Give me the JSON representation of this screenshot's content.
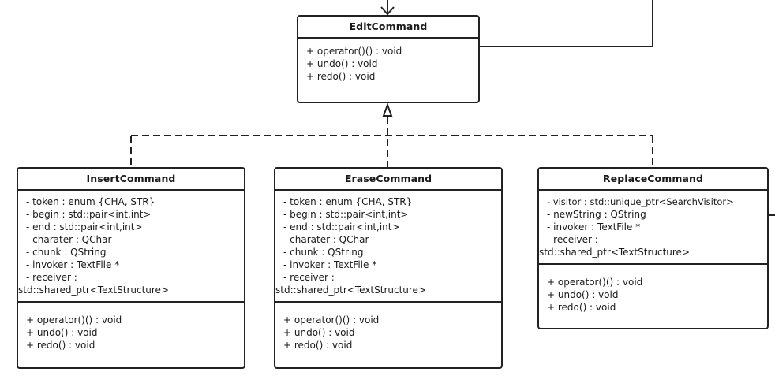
{
  "classes": {
    "edit": {
      "name": "EditCommand",
      "attributes": [],
      "methods": [
        "+ operator()() : void",
        "+ undo() : void",
        "+ redo() : void"
      ]
    },
    "insert": {
      "name": "InsertCommand",
      "attributes": [
        "- token : enum {CHA, STR}",
        "- begin : std::pair<int,int>",
        "- end : std::pair<int,int>",
        "- charater : QChar",
        "- chunk : QString",
        "- invoker : TextFile *",
        "- receiver :",
        "std::shared_ptr<TextStructure>"
      ],
      "methods": [
        "+ operator()() : void",
        "+ undo() : void",
        "+ redo() : void"
      ]
    },
    "erase": {
      "name": "EraseCommand",
      "attributes": [
        "- token : enum {CHA, STR}",
        "- begin : std::pair<int,int>",
        "- end : std::pair<int,int>",
        "- charater : QChar",
        "- chunk : QString",
        "- invoker : TextFile *",
        "- receiver :",
        "std::shared_ptr<TextStructure>"
      ],
      "methods": [
        "+ operator()() : void",
        "+ undo() : void",
        "+ redo() : void"
      ]
    },
    "replace": {
      "name": "ReplaceCommand",
      "attributes": [
        "- visitor : std::unique_ptr<SearchVisitor>",
        "- newString : QString",
        "- invoker : TextFile *",
        "- receiver :",
        "std::shared_ptr<TextStructure>"
      ],
      "methods": [
        "+ operator()() : void",
        "+ undo() : void",
        "+ redo() : void"
      ]
    }
  },
  "colors": {
    "line": "#222222",
    "background": "#ffffff",
    "text": "#1a1a1a"
  }
}
